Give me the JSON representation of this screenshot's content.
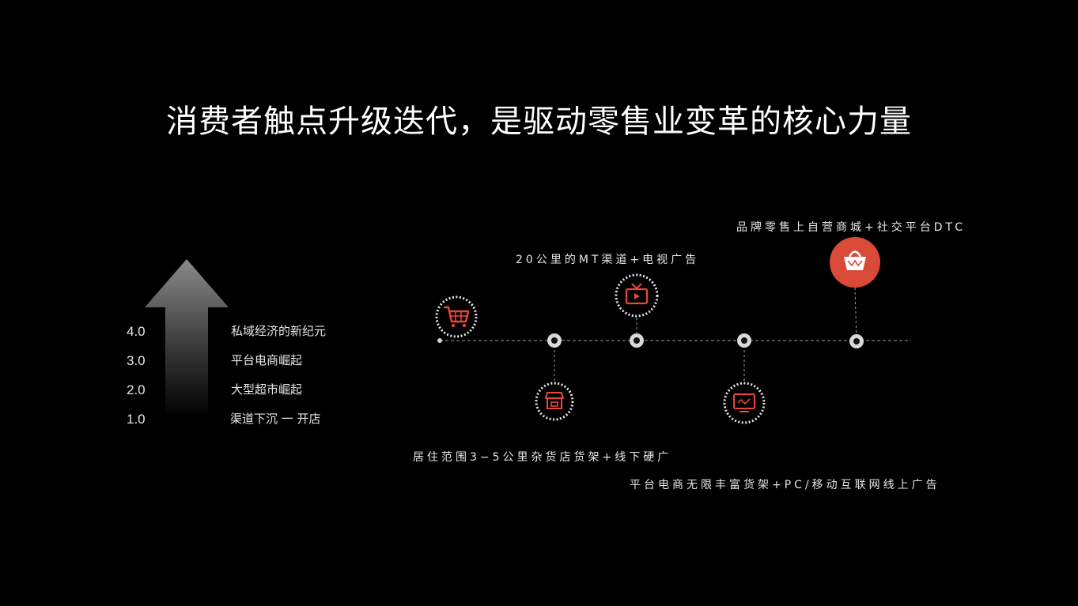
{
  "title": "消费者触点升级迭代，是驱动零售业变革的核心力量",
  "levels": [
    "4.0",
    "3.0",
    "2.0",
    "1.0"
  ],
  "stages": [
    "私域经济的新纪元",
    "平台电商崛起",
    "大型超市崛起",
    "渠道下沉 一 开店"
  ],
  "timeline_labels": {
    "brand_dtc": "品牌零售上自营商城+社交平台DTC",
    "mt_tv": "20公里的MT渠道+电视广告",
    "local_store": "居住范围3−5公里杂货店货架+线下硬广",
    "ecommerce": "平台电商无限丰富货架+PC/移动互联网线上广告"
  },
  "colors": {
    "background": "#000000",
    "accent_red": "#d94a38",
    "icon_red": "#e8473a",
    "dotted_ring": "#e6e6e6",
    "node_ring": "#d9d9d9"
  },
  "icons": {
    "cart": "shopping-cart-icon",
    "tv": "tv-icon",
    "store": "store-icon",
    "monitor": "monitor-icon",
    "bag": "shopping-bag-icon"
  }
}
